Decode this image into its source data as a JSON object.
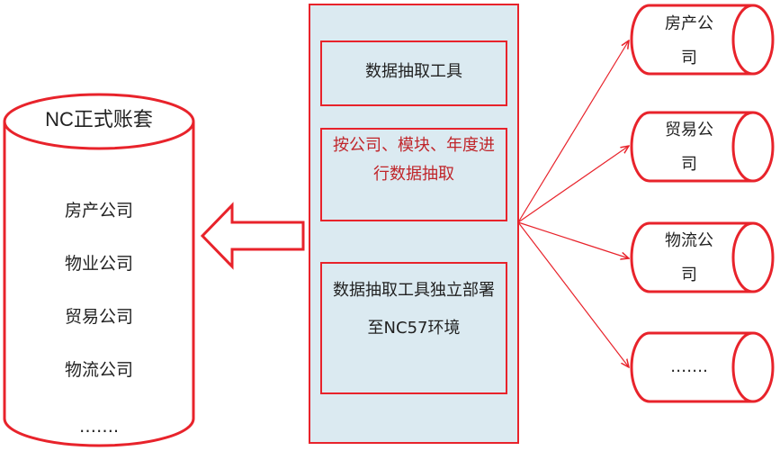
{
  "colors": {
    "stroke": "#e8232b",
    "panel_fill": "#dbeaf1",
    "arrow": "#e8232b",
    "red_text": "#c0252a",
    "text": "#222222"
  },
  "nc_ledger": {
    "title": "NC正式账套",
    "companies": [
      "房产公司",
      "物业公司",
      "贸易公司",
      "物流公司"
    ],
    "ellipsis": "……."
  },
  "tool_panel": {
    "box1": "数据抽取工具",
    "box2": "按公司、模块、年度进行数据抽取",
    "box3": "数据抽取工具独立部署至NC57环境"
  },
  "sources": [
    {
      "label": "房产公司"
    },
    {
      "label": "贸易公司"
    },
    {
      "label": "物流公司"
    },
    {
      "label": "……."
    }
  ]
}
